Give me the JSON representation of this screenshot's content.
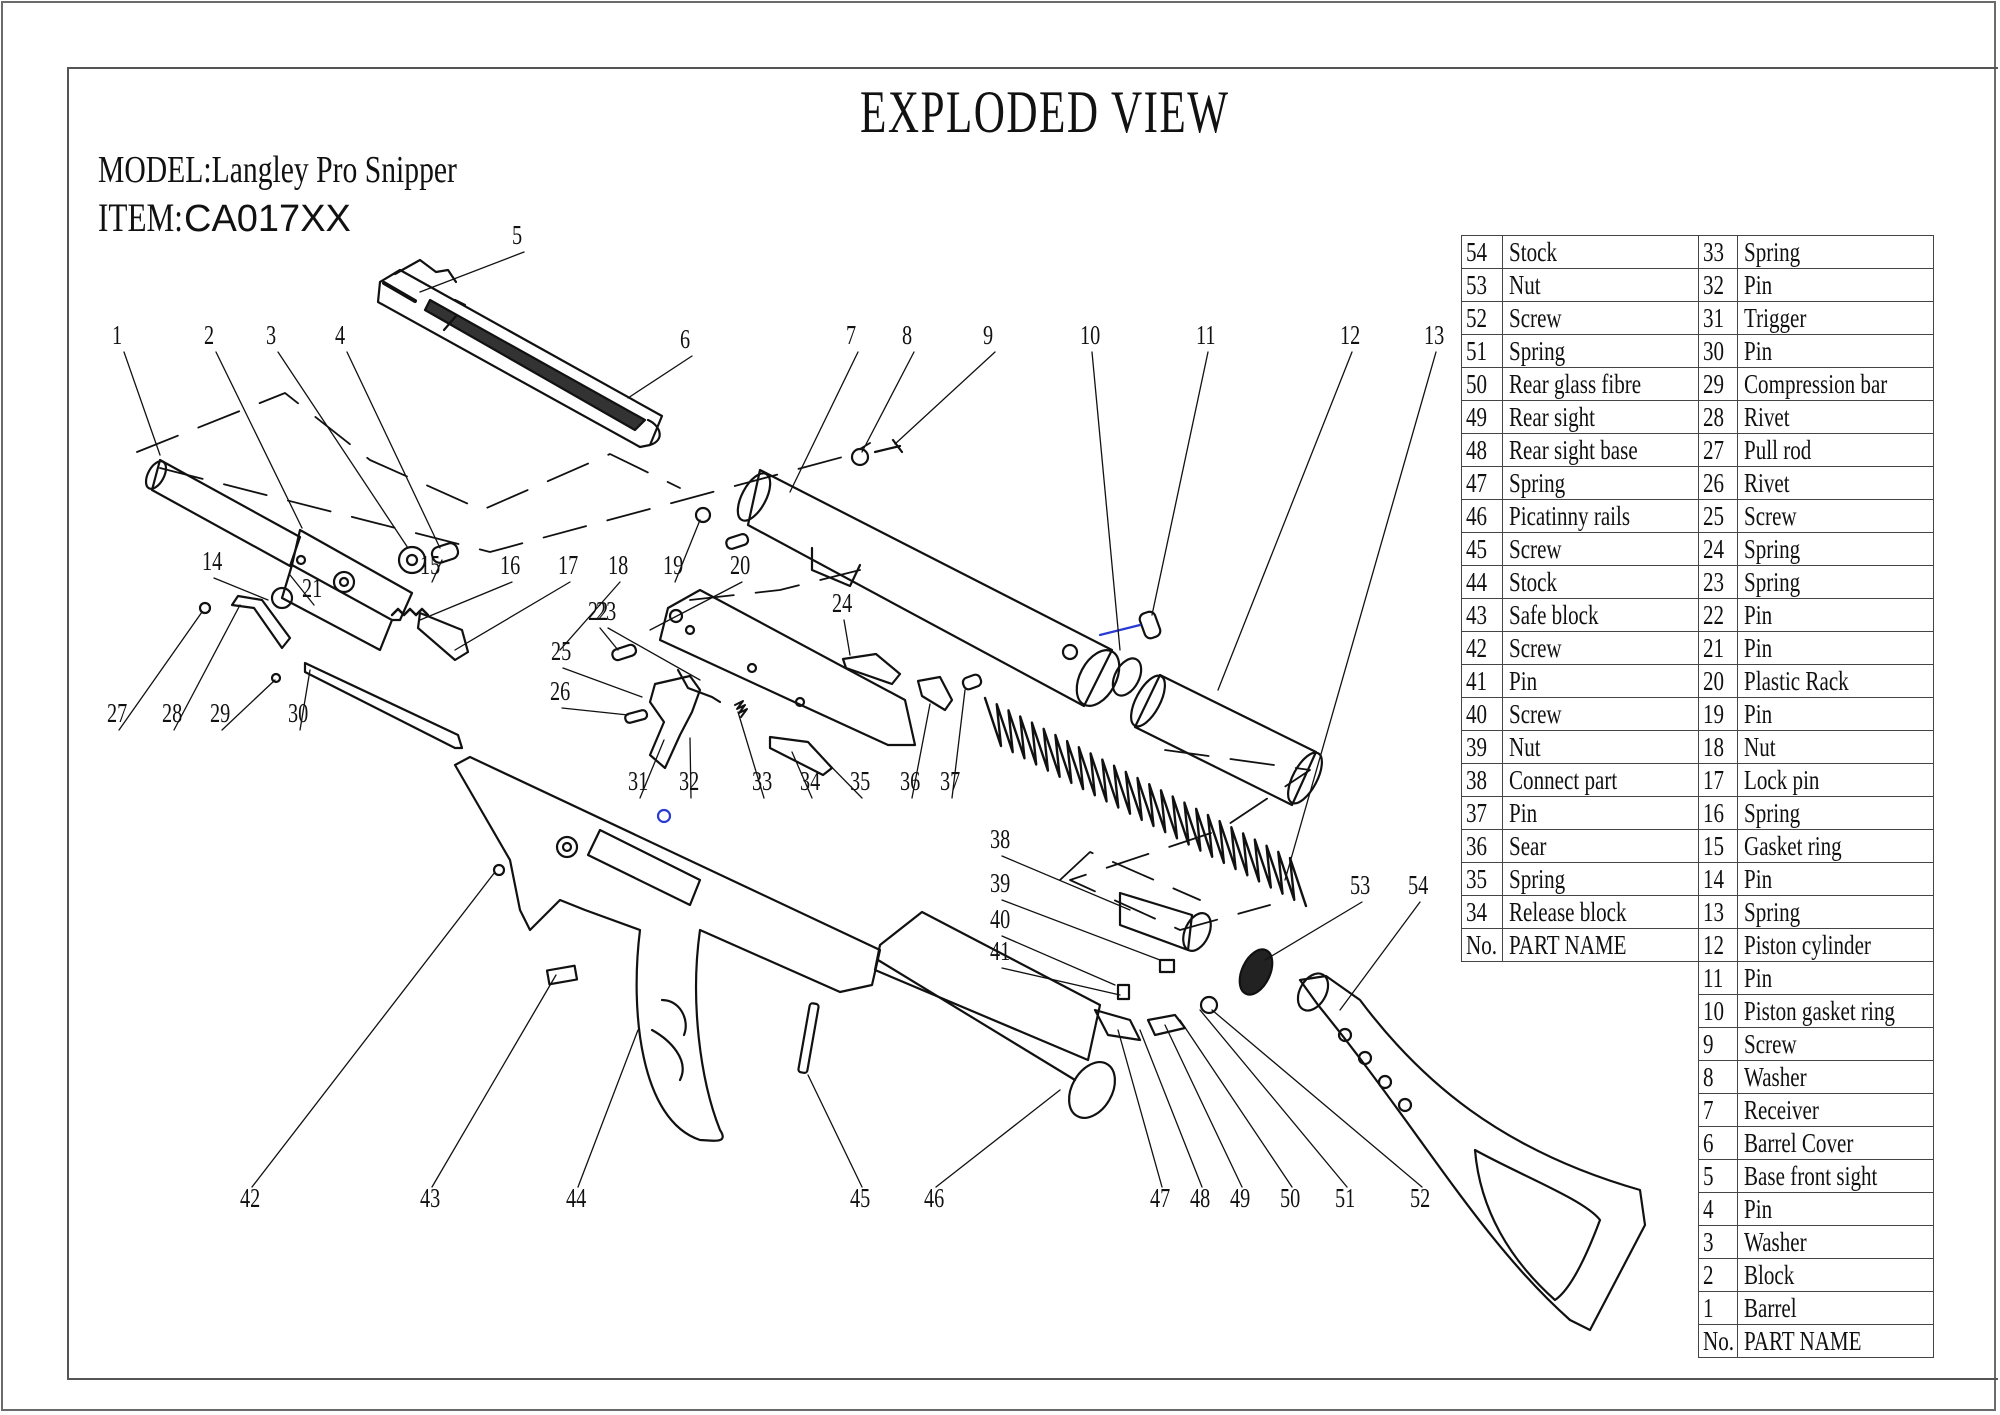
{
  "header": {
    "title": "EXPLODED VIEW",
    "model_label": "MODEL:",
    "model_value": "Langley Pro Snipper",
    "item_label": "ITEM:",
    "item_value": "CA017XX"
  },
  "table_header": {
    "no": "No.",
    "name": "PART NAME"
  },
  "parts_table_left": [
    {
      "no": "54",
      "name": "Stock"
    },
    {
      "no": "53",
      "name": "Nut"
    },
    {
      "no": "52",
      "name": "Screw"
    },
    {
      "no": "51",
      "name": "Spring"
    },
    {
      "no": "50",
      "name": "Rear glass fibre"
    },
    {
      "no": "49",
      "name": "Rear sight"
    },
    {
      "no": "48",
      "name": "Rear sight base"
    },
    {
      "no": "47",
      "name": "Spring"
    },
    {
      "no": "46",
      "name": "Picatinny rails"
    },
    {
      "no": "45",
      "name": "Screw"
    },
    {
      "no": "44",
      "name": "Stock"
    },
    {
      "no": "43",
      "name": "Safe block"
    },
    {
      "no": "42",
      "name": "Screw"
    },
    {
      "no": "41",
      "name": "Pin"
    },
    {
      "no": "40",
      "name": "Screw"
    },
    {
      "no": "39",
      "name": "Nut"
    },
    {
      "no": "38",
      "name": "Connect part"
    },
    {
      "no": "37",
      "name": "Pin"
    },
    {
      "no": "36",
      "name": "Sear"
    },
    {
      "no": "35",
      "name": "Spring"
    },
    {
      "no": "34",
      "name": "Release block"
    }
  ],
  "parts_table_right": [
    {
      "no": "33",
      "name": "Spring"
    },
    {
      "no": "32",
      "name": "Pin"
    },
    {
      "no": "31",
      "name": "Trigger"
    },
    {
      "no": "30",
      "name": "Pin"
    },
    {
      "no": "29",
      "name": "Compression bar"
    },
    {
      "no": "28",
      "name": "Rivet"
    },
    {
      "no": "27",
      "name": "Pull rod"
    },
    {
      "no": "26",
      "name": "Rivet"
    },
    {
      "no": "25",
      "name": "Screw"
    },
    {
      "no": "24",
      "name": "Spring"
    },
    {
      "no": "23",
      "name": "Spring"
    },
    {
      "no": "22",
      "name": "Pin"
    },
    {
      "no": "21",
      "name": "Pin"
    },
    {
      "no": "20",
      "name": "Plastic Rack"
    },
    {
      "no": "19",
      "name": "Pin"
    },
    {
      "no": "18",
      "name": "Nut"
    },
    {
      "no": "17",
      "name": "Lock pin"
    },
    {
      "no": "16",
      "name": "Spring"
    },
    {
      "no": "15",
      "name": "Gasket ring"
    },
    {
      "no": "14",
      "name": "Pin"
    },
    {
      "no": "13",
      "name": "Spring"
    },
    {
      "no": "12",
      "name": "Piston cylinder"
    },
    {
      "no": "11",
      "name": "Pin"
    },
    {
      "no": "10",
      "name": "Piston gasket ring"
    },
    {
      "no": "9",
      "name": "Screw"
    },
    {
      "no": "8",
      "name": "Washer"
    },
    {
      "no": "7",
      "name": "Receiver"
    },
    {
      "no": "6",
      "name": "Barrel Cover"
    },
    {
      "no": "5",
      "name": "Base front sight"
    },
    {
      "no": "4",
      "name": "Pin"
    },
    {
      "no": "3",
      "name": "Washer"
    },
    {
      "no": "2",
      "name": "Block"
    },
    {
      "no": "1",
      "name": "Barrel"
    }
  ],
  "callouts": [
    "1",
    "2",
    "3",
    "4",
    "5",
    "6",
    "7",
    "8",
    "9",
    "10",
    "11",
    "12",
    "13",
    "14",
    "15",
    "16",
    "17",
    "18",
    "19",
    "20",
    "21",
    "22",
    "23",
    "24",
    "25",
    "26",
    "27",
    "28",
    "29",
    "30",
    "31",
    "32",
    "33",
    "34",
    "35",
    "36",
    "37",
    "38",
    "39",
    "40",
    "41",
    "42",
    "43",
    "44",
    "45",
    "46",
    "47",
    "48",
    "49",
    "50",
    "51",
    "52",
    "53",
    "54"
  ],
  "colors": {
    "ink": "#111111",
    "frame": "#555555",
    "accent_blue": "#2a3bd1"
  }
}
